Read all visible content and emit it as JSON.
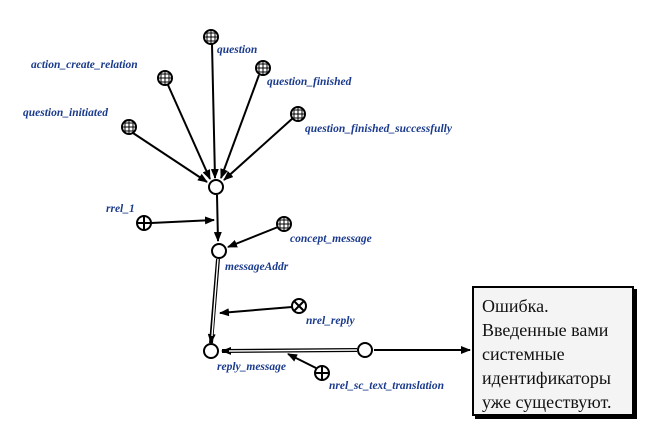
{
  "nodes": {
    "question": "question",
    "action_create_relation": "action_create_relation",
    "question_finished": "question_finished",
    "question_initiated": "question_initiated",
    "question_finished_successfully": "question_finished_successfully",
    "rrel_1": "rrel_1",
    "concept_message": "concept_message",
    "messageAddr": "messageAddr",
    "nrel_reply": "nrel_reply",
    "reply_message": "reply_message",
    "nrel_sc_text_translation": "nrel_sc_text_translation"
  },
  "content": {
    "lines": [
      "Ошибка.",
      "Введенные вами",
      "системные",
      "идентификаторы",
      "уже существуют."
    ]
  },
  "colors": {
    "label": "#1a3a8c",
    "edge": "#000000"
  }
}
